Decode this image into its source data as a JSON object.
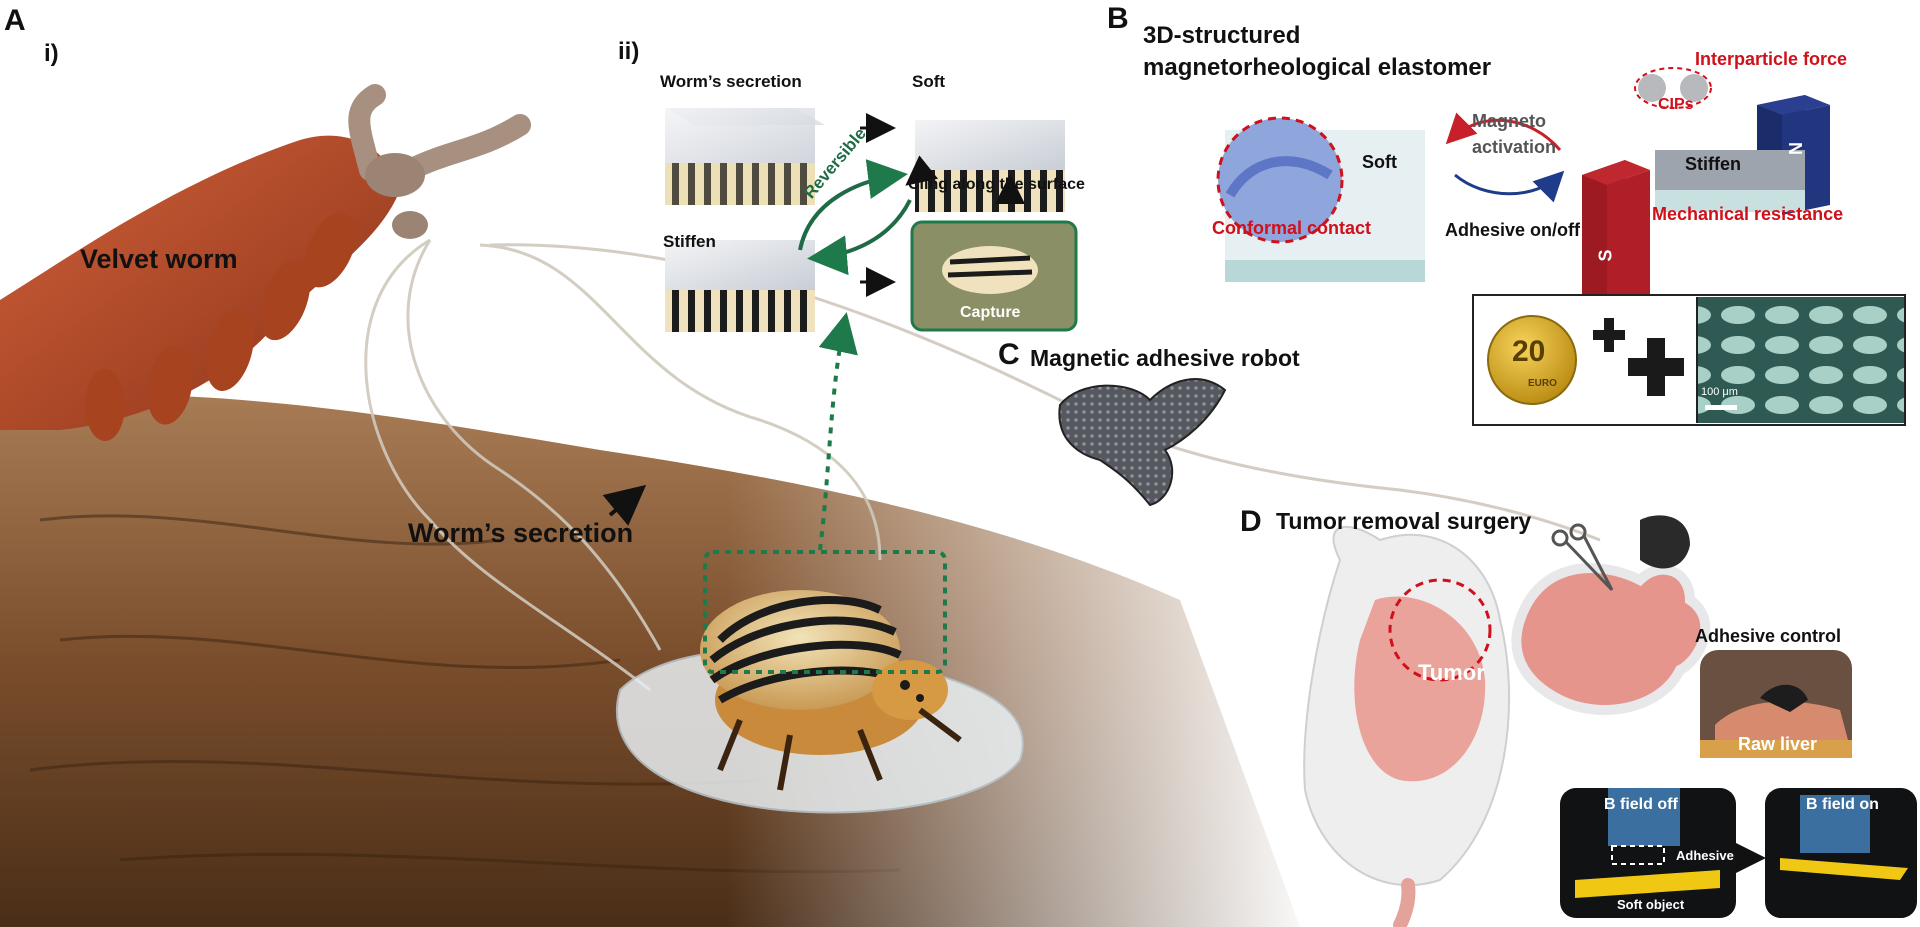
{
  "panels": {
    "A": "A",
    "B": "B",
    "C": "C",
    "D": "D"
  },
  "panel_A": {
    "sub_i": "i)",
    "sub_ii": "ii)",
    "velvet_worm": "Velvet worm",
    "worms_secretion_main": "Worm’s secretion",
    "inset": {
      "worms_secretion": "Worm’s secretion",
      "soft": "Soft",
      "stiffen": "Stiffen",
      "reversible": "Reversible",
      "cling": "Cling along the surface",
      "capture": "Capture"
    }
  },
  "panel_B": {
    "title_line1": "3D-structured",
    "title_line2": "magnetorheological elastomer",
    "soft": "Soft",
    "conformal_contact": "Conformal contact",
    "magneto_line1": "Magneto",
    "magneto_line2": "activation",
    "adhesive_onoff": "Adhesive on/off",
    "interparticle_force": "Interparticle force",
    "cips": "CIPs",
    "stiffen": "Stiffen",
    "mechanical_resistance": "Mechanical resistance",
    "magnet_s": "S",
    "magnet_n": "N",
    "coin_value": "20",
    "coin_text": "EURO",
    "scale_bar": "100 μm"
  },
  "panel_C": {
    "title": "Magnetic adhesive robot"
  },
  "panel_D": {
    "title": "Tumor removal surgery",
    "tumor": "Tumor",
    "adhesive_control": "Adhesive control",
    "raw_liver": "Raw liver",
    "b_field_off": "B field off",
    "b_field_on": "B field on",
    "adhesive": "Adhesive",
    "soft_object": "Soft object"
  },
  "colors": {
    "emphasis_red": "#d0101a",
    "reversible_green": "#1f6b45",
    "dotted_green": "#1e7a4a",
    "activation_red": "#c8202a",
    "activation_blue": "#1f3c8a",
    "worm_orange": "#b8502a",
    "wood_brown": "#6e4525"
  },
  "icons": [
    "velvet-worm",
    "colorado-beetle",
    "mre-block",
    "magnet",
    "cross-robot",
    "coin",
    "mouse",
    "liver",
    "scissors"
  ]
}
